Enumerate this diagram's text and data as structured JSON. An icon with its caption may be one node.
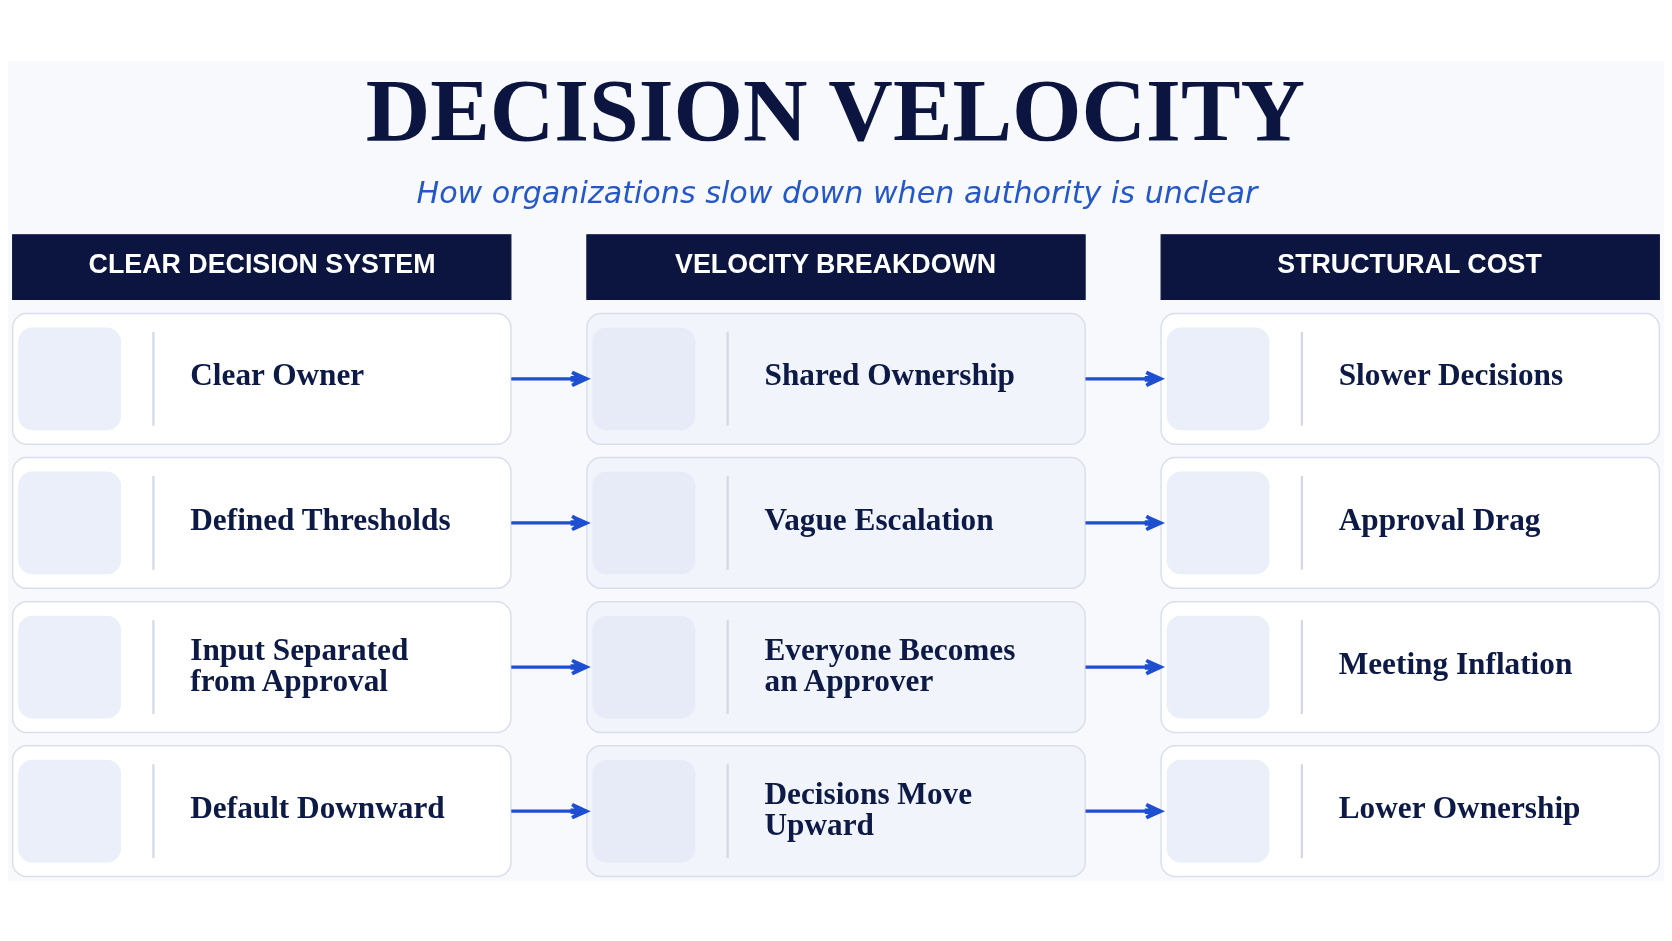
{
  "diagram": {
    "title": "DECISION VELOCITY",
    "nodes": [
      {
        "text": [
          "CLEAR DECISION SYSTEM"
        ]
      },
      {
        "text": [
          "VELOCITY BREAKDOWN"
        ]
      },
      {
        "text": [
          "STRUCTURAL COST"
        ]
      },
      {
        "text": [
          "Clear Owner"
        ]
      },
      {
        "text": [
          "Shared Ownership"
        ]
      },
      {
        "text": [
          "Slower Decisions"
        ]
      },
      {
        "text": [
          "Defined Thresholds"
        ]
      },
      {
        "text": [
          "Vague Escalation"
        ]
      },
      {
        "text": [
          "Approval Drag"
        ]
      },
      {
        "text": [
          "Input Separated from Approval"
        ]
      },
      {
        "text": [
          "Everyone Becomes an Approver"
        ]
      },
      {
        "text": [
          "Meeting Inflation"
        ]
      },
      {
        "text": [
          "Default Downward"
        ]
      },
      {
        "text": [
          "Decisions Move Upward"
        ]
      },
      {
        "text": [
          "Lower Ownership"
        ]
      }
    ],
    "edges": [
      {
        "from": 3,
        "to": 4,
        "arrow": "to"
      },
      {
        "from": 4,
        "to": 5,
        "arrow": "to"
      },
      {
        "from": 6,
        "to": 7,
        "arrow": "to"
      },
      {
        "from": 7,
        "to": 8,
        "arrow": "to"
      },
      {
        "from": 9,
        "to": 10,
        "arrow": "to"
      },
      {
        "from": 10,
        "to": 11,
        "arrow": "to"
      },
      {
        "from": 12,
        "to": 13,
        "arrow": "to"
      },
      {
        "from": 13,
        "to": 14,
        "arrow": "to"
      }
    ],
    "labels": [
      "How organizations slow down when authority is unclear"
    ]
  }
}
